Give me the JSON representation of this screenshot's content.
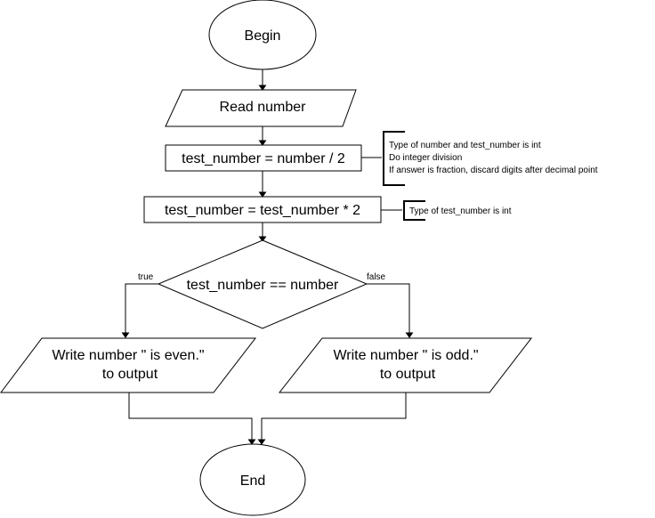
{
  "nodes": {
    "begin": "Begin",
    "read": "Read number",
    "divide": "test_number = number / 2",
    "multiply": "test_number = test_number * 2",
    "decision": "test_number == number",
    "write_even": {
      "line1": "Write number \" is even.\"",
      "line2": "to output"
    },
    "write_odd": {
      "line1": "Write number \" is odd.\"",
      "line2": "to output"
    },
    "end": "End"
  },
  "notes": {
    "divide_note": [
      "Type of number and test_number is int",
      "Do integer division",
      "If answer is fraction, discard digits after decimal point"
    ],
    "multiply_note": "Type of test_number is int"
  },
  "edge_labels": {
    "true": "true",
    "false": "false"
  }
}
